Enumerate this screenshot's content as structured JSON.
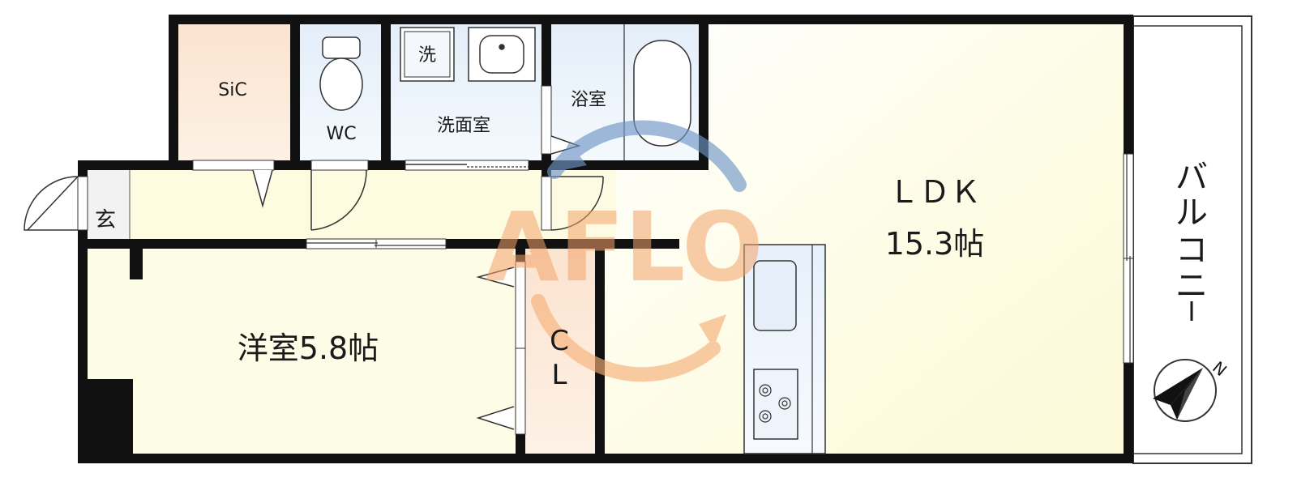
{
  "rooms": {
    "sic": "SiC",
    "wc": "WC",
    "washroom": "洗面室",
    "washer": "洗",
    "bath": "浴室",
    "ldk_name": "ＬＤＫ",
    "ldk_size": "15.3帖",
    "entrance": "玄",
    "western": "洋室5.8帖",
    "closet_c": "C",
    "closet_l": "L",
    "balcony": [
      "バ",
      "ル",
      "コ",
      "ニ",
      "ー"
    ]
  },
  "compass": {
    "north": "N"
  },
  "watermark": "AFLO",
  "colors": {
    "wall": "#111111",
    "ldk_fill": "#fdfce3",
    "corridor_fill": "#fdfbe0",
    "western_fill": "#fdfce6",
    "wet_fill": "#e8f2fb",
    "closet_fill": "#fbe3cf",
    "watermark_orange": "#f6b07a",
    "watermark_blue": "#6f95c6"
  }
}
